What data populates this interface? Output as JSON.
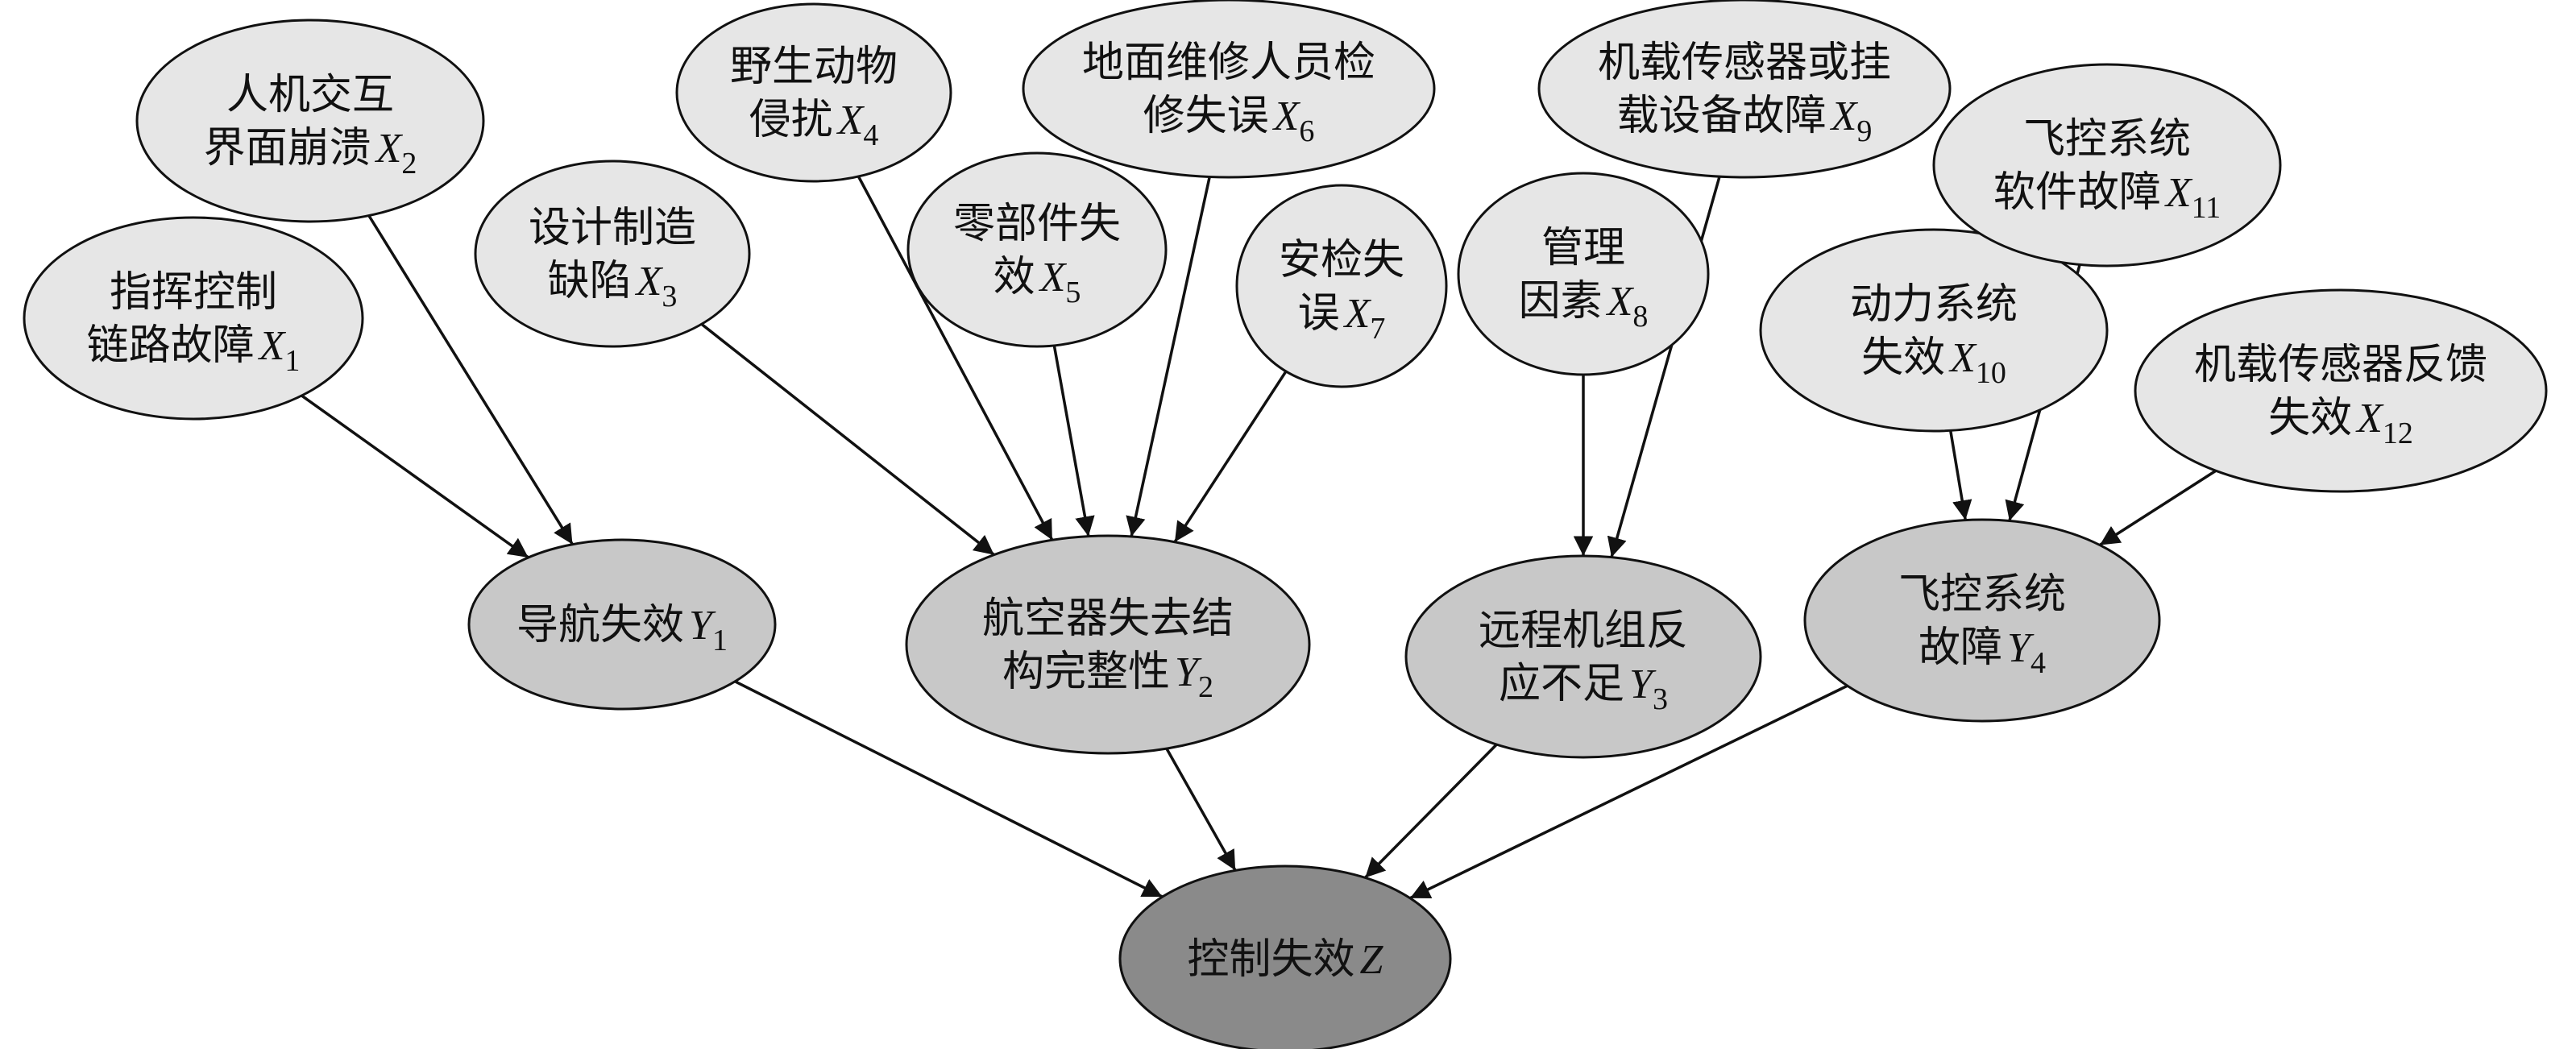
{
  "nodes": {
    "x1": {
      "lines": [
        "指挥控制",
        "链路故障"
      ],
      "var": "X",
      "sub": "1",
      "fill": "#e6e6e6"
    },
    "x2": {
      "lines": [
        "人机交互",
        "界面崩溃"
      ],
      "var": "X",
      "sub": "2",
      "fill": "#e6e6e6"
    },
    "x3": {
      "lines": [
        "设计制造",
        "缺陷"
      ],
      "var": "X",
      "sub": "3",
      "fill": "#e6e6e6"
    },
    "x4": {
      "lines": [
        "野生动物",
        "侵扰"
      ],
      "var": "X",
      "sub": "4",
      "fill": "#e6e6e6"
    },
    "x5": {
      "lines": [
        "零部件失",
        "效"
      ],
      "var": "X",
      "sub": "5",
      "fill": "#e6e6e6"
    },
    "x6": {
      "lines": [
        "地面维修人员检",
        "修失误"
      ],
      "var": "X",
      "sub": "6",
      "fill": "#e6e6e6"
    },
    "x7": {
      "lines": [
        "安检失",
        "误"
      ],
      "var": "X",
      "sub": "7",
      "fill": "#e6e6e6"
    },
    "x8": {
      "lines": [
        "管理",
        "因素"
      ],
      "var": "X",
      "sub": "8",
      "fill": "#e6e6e6"
    },
    "x9": {
      "lines": [
        "机载传感器或挂",
        "载设备故障"
      ],
      "var": "X",
      "sub": "9",
      "fill": "#e6e6e6"
    },
    "x10": {
      "lines": [
        "动力系统",
        "失效"
      ],
      "var": "X",
      "sub": "10",
      "fill": "#e6e6e6"
    },
    "x11": {
      "lines": [
        "飞控系统",
        "软件故障"
      ],
      "var": "X",
      "sub": "11",
      "fill": "#e6e6e6"
    },
    "x12": {
      "lines": [
        "机载传感器反馈",
        "失效"
      ],
      "var": "X",
      "sub": "12",
      "fill": "#e6e6e6"
    },
    "y1": {
      "lines": [
        "导航失效"
      ],
      "var": "Y",
      "sub": "1",
      "fill": "#c8c8c8"
    },
    "y2": {
      "lines": [
        "航空器失去结",
        "构完整性"
      ],
      "var": "Y",
      "sub": "2",
      "fill": "#c8c8c8"
    },
    "y3": {
      "lines": [
        "远程机组反",
        "应不足"
      ],
      "var": "Y",
      "sub": "3",
      "fill": "#c8c8c8"
    },
    "y4": {
      "lines": [
        "飞控系统",
        "故障"
      ],
      "var": "Y",
      "sub": "4",
      "fill": "#c8c8c8"
    },
    "z": {
      "lines": [
        "控制失效"
      ],
      "var": "Z",
      "sub": "",
      "fill": "#8a8a8a"
    }
  },
  "edges": [
    [
      "x1",
      "y1"
    ],
    [
      "x2",
      "y1"
    ],
    [
      "x3",
      "y2"
    ],
    [
      "x4",
      "y2"
    ],
    [
      "x5",
      "y2"
    ],
    [
      "x6",
      "y2"
    ],
    [
      "x7",
      "y2"
    ],
    [
      "x8",
      "y3"
    ],
    [
      "x9",
      "y3"
    ],
    [
      "x10",
      "y4"
    ],
    [
      "x11",
      "y4"
    ],
    [
      "x12",
      "y4"
    ],
    [
      "y1",
      "z"
    ],
    [
      "y2",
      "z"
    ],
    [
      "y3",
      "z"
    ],
    [
      "y4",
      "z"
    ]
  ]
}
